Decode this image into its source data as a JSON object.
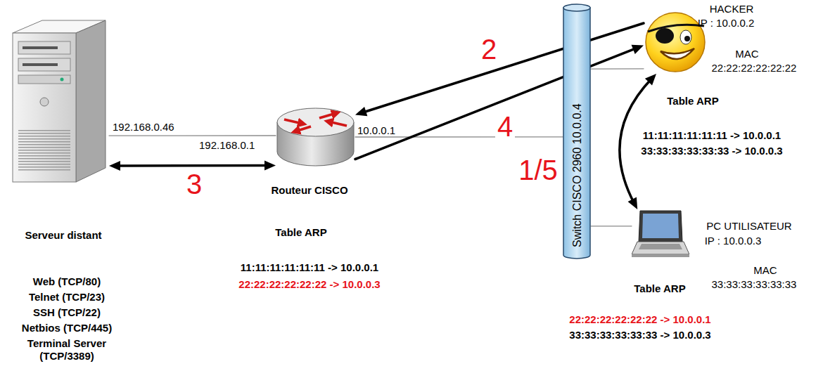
{
  "diagram": {
    "nodes": [
      {
        "text": [
          "Serveur distant",
          "Web (TCP/80)",
          "Telnet (TCP/23)",
          "SSH (TCP/22)",
          "Netbios (TCP/445)",
          "Terminal Server (TCP/3389)"
        ]
      },
      {
        "text": [
          "Routeur CISCO"
        ]
      },
      {
        "text": [
          "Switch CISCO 2960 10.0.0.4"
        ]
      },
      {
        "text": [
          "HACKER",
          "IP : 10.0.0.2",
          "MAC",
          "22:22:22:22:22:22"
        ]
      },
      {
        "text": [
          "PC UTILISATEUR",
          "IP : 10.0.0.3",
          "MAC",
          "33:33:33:33:33:33"
        ]
      }
    ],
    "edges": [
      {
        "from": 0,
        "to": 1,
        "arrow": "none"
      },
      {
        "from": 1,
        "to": 2,
        "arrow": "none"
      },
      {
        "from": 2,
        "to": 3,
        "arrow": "none"
      },
      {
        "from": 2,
        "to": 4,
        "arrow": "none"
      },
      {
        "from": 0,
        "to": 1,
        "label": "3",
        "arrow": "both"
      },
      {
        "from": 3,
        "to": 1,
        "label": "2",
        "arrow": "to"
      },
      {
        "from": 1,
        "to": 3,
        "label": "4",
        "arrow": "to"
      },
      {
        "from": 3,
        "to": 4,
        "label": "1/5",
        "arrow": "both"
      }
    ],
    "labels": [
      "192.168.0.46",
      "192.168.0.1",
      "10.0.0.1",
      "Table ARP",
      "11:11:11:11:11:11 -> 10.0.0.1",
      "22:22:22:22:22:22 -> 10.0.0.3",
      "Table ARP",
      "11:11:11:11:11:11 -> 10.0.0.1",
      "33:33:33:33:33:33 -> 10.0.0.3",
      "Table ARP",
      "22:22:22:22:22:22 -> 10.0.0.1",
      "33:33:33:33:33:33 -> 10.0.0.3"
    ]
  }
}
